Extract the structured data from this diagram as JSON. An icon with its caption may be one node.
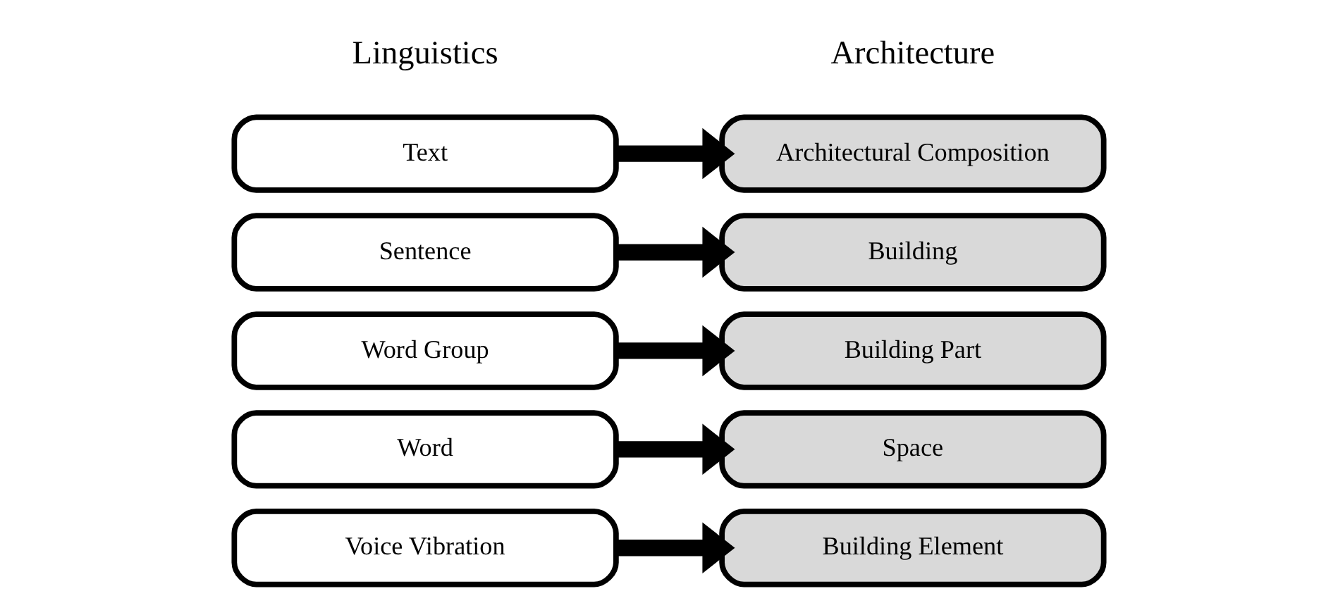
{
  "diagram": {
    "nodes": [
      {
        "text": [
          "Text"
        ]
      },
      {
        "text": [
          "Architectural Composition"
        ]
      },
      {
        "text": [
          "Sentence"
        ]
      },
      {
        "text": [
          "Building"
        ]
      },
      {
        "text": [
          "Word Group"
        ]
      },
      {
        "text": [
          "Building Part"
        ]
      },
      {
        "text": [
          "Word"
        ]
      },
      {
        "text": [
          "Space"
        ]
      },
      {
        "text": [
          "Voice Vibration"
        ]
      },
      {
        "text": [
          "Building Element"
        ]
      }
    ],
    "edges": [
      {
        "from": 0,
        "to": 1,
        "arrow": "to"
      },
      {
        "from": 2,
        "to": 3,
        "arrow": "to"
      },
      {
        "from": 4,
        "to": 5,
        "arrow": "to"
      },
      {
        "from": 6,
        "to": 7,
        "arrow": "to"
      },
      {
        "from": 8,
        "to": 9,
        "arrow": "to"
      }
    ],
    "labels": [
      "Linguistics",
      "Architecture"
    ]
  }
}
